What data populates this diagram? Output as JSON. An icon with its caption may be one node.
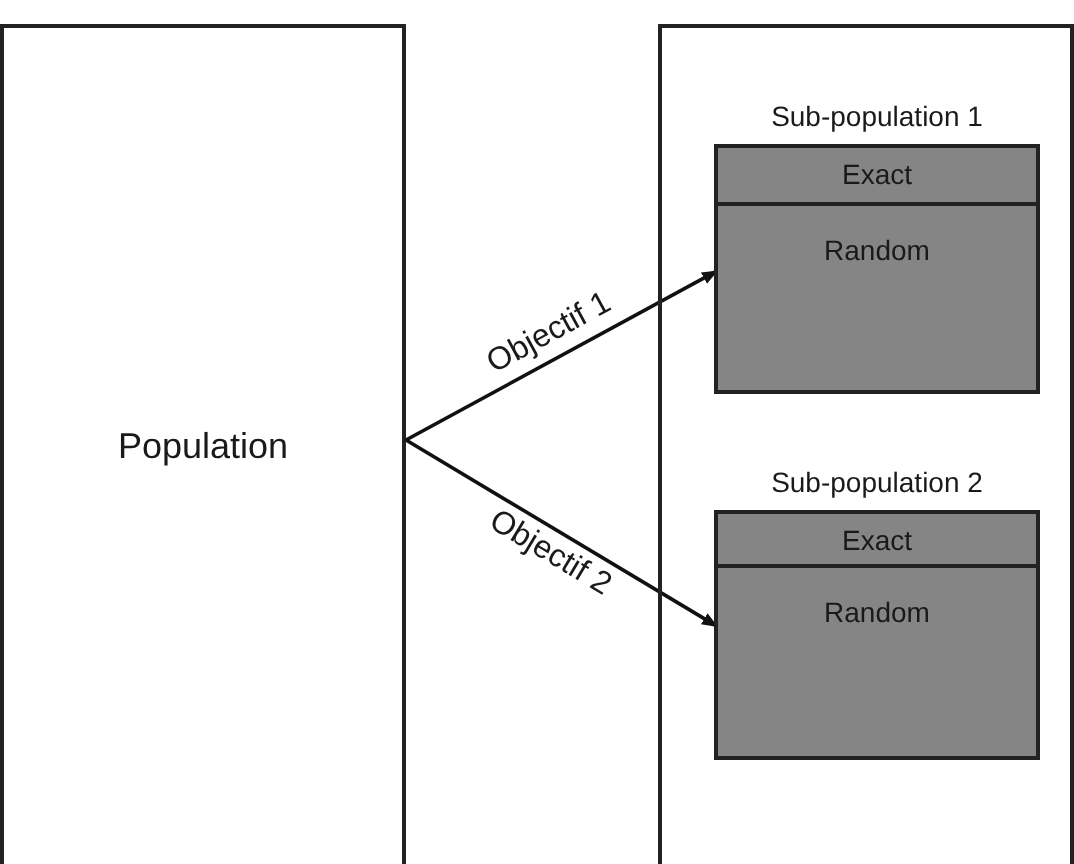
{
  "diagram": {
    "nodes": [
      {
        "text": [
          "Population"
        ]
      },
      {
        "text": [],
        "shape": "box"
      },
      {
        "text": [
          "Sub-population 1"
        ],
        "in": 1
      },
      {
        "text": [
          "Exact"
        ],
        "in": 2
      },
      {
        "text": [
          "Random"
        ],
        "in": 2
      },
      {
        "text": [
          "Sub-population 2"
        ],
        "in": 1
      },
      {
        "text": [
          "Exact"
        ],
        "in": 5
      },
      {
        "text": [
          "Random"
        ],
        "in": 5
      }
    ],
    "edges": [
      {
        "from": 0,
        "to": 4,
        "arrow": "to",
        "label": "Objectif 1"
      },
      {
        "from": 0,
        "to": 7,
        "arrow": "to",
        "label": "Objectif 2"
      }
    ]
  }
}
